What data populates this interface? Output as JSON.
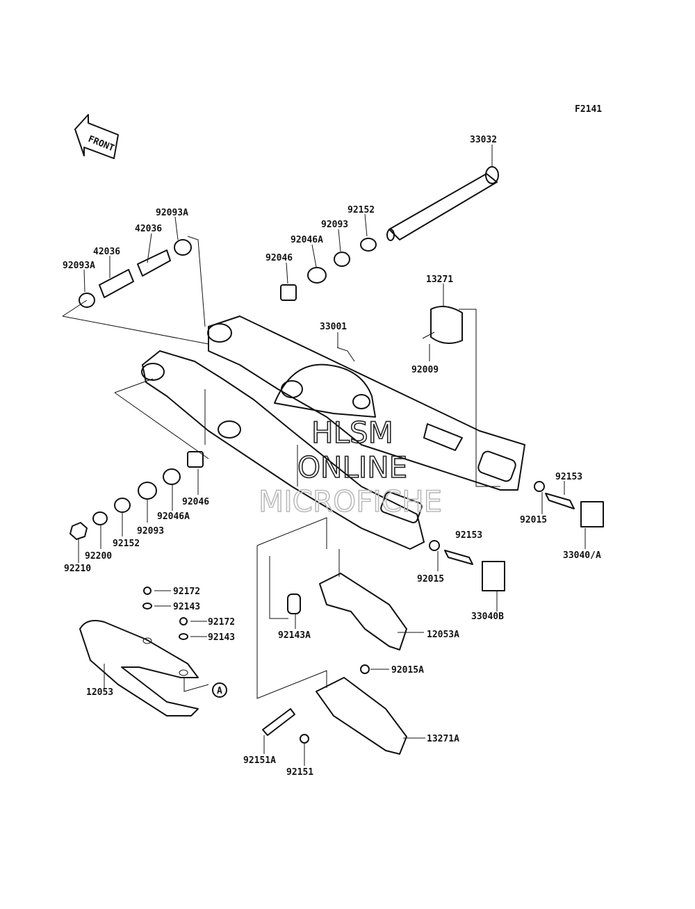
{
  "figure_code": "F2141",
  "front_label": "FRONT",
  "circle_ref": "A",
  "watermark": {
    "line1": "HLSM",
    "line2": "ONLINE",
    "line3": "MICROFICHE"
  },
  "labels": {
    "p33032": "33032",
    "p92152_top": "92152",
    "p92093_top": "92093",
    "p92046A_top": "92046A",
    "p92046_top": "92046",
    "p92093A_top": "92093A",
    "p42036_top": "42036",
    "p42036_mid": "42036",
    "p92093A_left": "92093A",
    "p13271": "13271",
    "p33001": "33001",
    "p92009": "92009",
    "p92153_right": "92153",
    "p92015_right": "92015",
    "p33040A": "33040/A",
    "p92046_bot": "92046",
    "p92046A_bot": "92046A",
    "p92093_bot": "92093",
    "p92152_bot": "92152",
    "p92200": "92200",
    "p92210": "92210",
    "p92153_mid": "92153",
    "p92015_mid": "92015",
    "p33040B": "33040B",
    "p92172_a": "92172",
    "p92143_a": "92143",
    "p92172_b": "92172",
    "p92143_b": "92143",
    "p92143A": "92143A",
    "p12053A": "12053A",
    "p12053": "12053",
    "p92015A": "92015A",
    "p13271A": "13271A",
    "p92151A": "92151A",
    "p92151": "92151"
  }
}
